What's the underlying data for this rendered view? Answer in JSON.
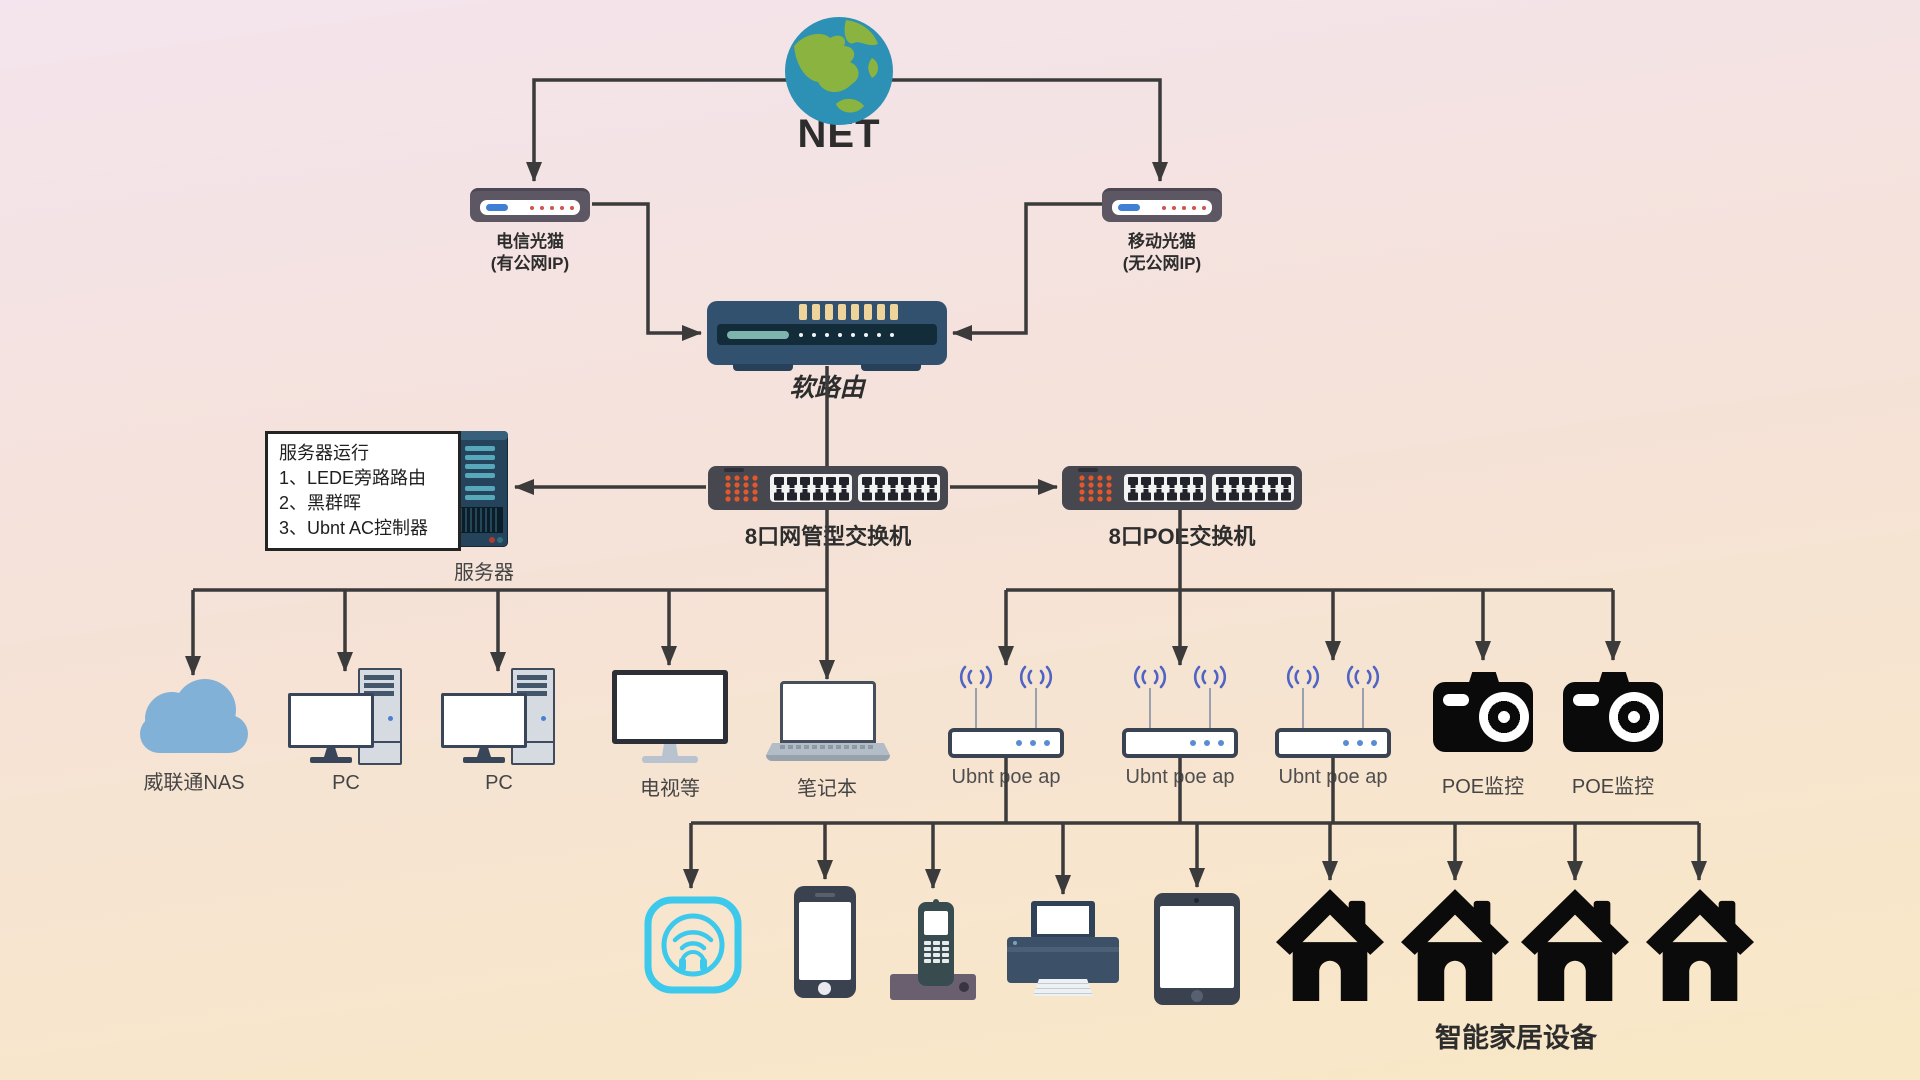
{
  "net": {
    "label": "NET"
  },
  "modems": [
    {
      "label": "电信光猫",
      "sublabel": "(有公网IP)"
    },
    {
      "label": "移动光猫",
      "sublabel": "(无公网IP)"
    }
  ],
  "router": {
    "label": "软路由"
  },
  "server": {
    "label": "服务器",
    "note_lines": [
      "服务器运行",
      "1、LEDE旁路路由",
      "2、黑群晖",
      "3、Ubnt AC控制器"
    ]
  },
  "switches": [
    {
      "label": "8口网管型交换机"
    },
    {
      "label": "8口POE交换机"
    }
  ],
  "lan_devices": [
    {
      "icon": "cloud-nas-icon",
      "label": "威联通NAS"
    },
    {
      "icon": "desktop-pc-icon",
      "label": "PC"
    },
    {
      "icon": "desktop-pc-icon",
      "label": "PC"
    },
    {
      "icon": "tv-icon",
      "label": "电视等"
    },
    {
      "icon": "laptop-icon",
      "label": "笔记本"
    }
  ],
  "poe_devices": [
    {
      "icon": "wifi-ap-icon",
      "label": "Ubnt poe ap"
    },
    {
      "icon": "wifi-ap-icon",
      "label": "Ubnt poe ap"
    },
    {
      "icon": "wifi-ap-icon",
      "label": "Ubnt poe ap"
    },
    {
      "icon": "poe-camera-icon",
      "label": "POE监控"
    },
    {
      "icon": "poe-camera-icon",
      "label": "POE监控"
    }
  ],
  "client_devices": [
    {
      "icon": "wifi-speaker-icon"
    },
    {
      "icon": "smartphone-icon"
    },
    {
      "icon": "cordless-phone-icon"
    },
    {
      "icon": "printer-icon"
    },
    {
      "icon": "tablet-icon"
    },
    {
      "icon": "smart-home-house-icon"
    },
    {
      "icon": "smart-home-house-icon"
    },
    {
      "icon": "smart-home-house-icon"
    },
    {
      "icon": "smart-home-house-icon"
    }
  ],
  "smart_home": {
    "label": "智能家居设备"
  },
  "colors": {
    "background_top": "#f4e4ed",
    "background_bottom": "#f9e8c5",
    "line": "#3b3b3b",
    "globe_ocean": "#2d90b5",
    "globe_land": "#8ab33f",
    "modem_body": "#5d5763",
    "router_body": "#31516e",
    "switch_body": "#47474f",
    "led_orange": "#e2572b",
    "cloud_blue": "#81b1d6",
    "speaker_cyan": "#3cc9ec",
    "wifi_blue": "#5064c4",
    "camera_black": "#0a0a0a"
  }
}
